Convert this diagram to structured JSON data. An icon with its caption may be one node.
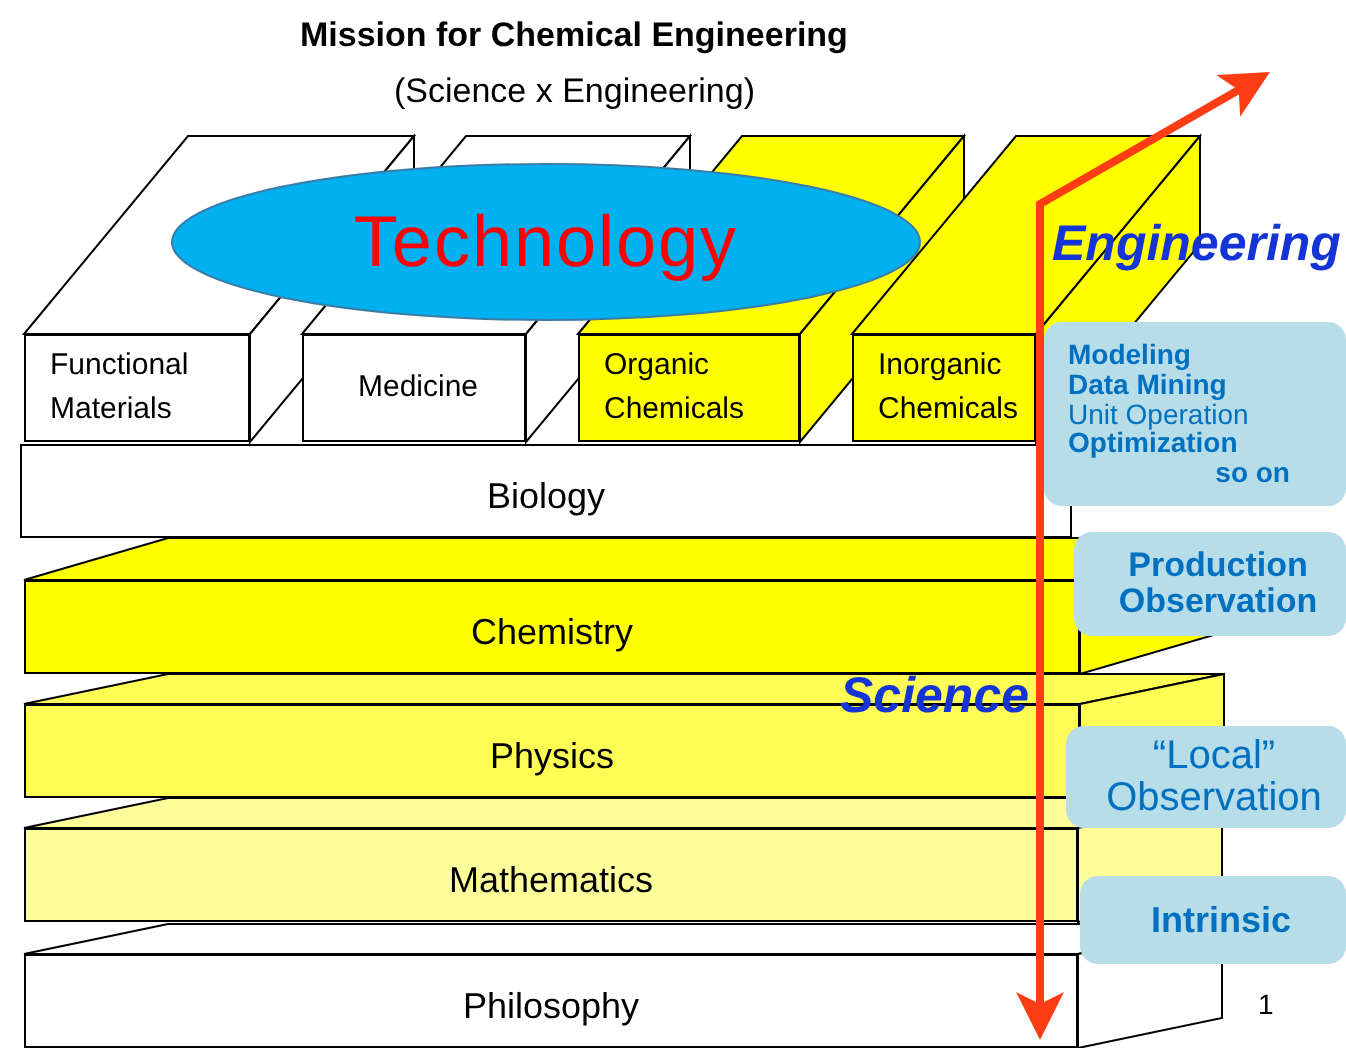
{
  "diagram": {
    "title": "Mission for Chemical Engineering",
    "nodes": [
      {
        "text": [
          "Technology"
        ]
      },
      {
        "text": [
          "Functional Materials"
        ]
      },
      {
        "text": [
          "Medicine"
        ]
      },
      {
        "text": [
          "Organic Chemicals"
        ]
      },
      {
        "text": [
          "Inorganic Chemicals"
        ]
      },
      {
        "text": [
          "Modeling",
          "Data Mining",
          "Unit Operation",
          "Optimization",
          "so on"
        ]
      },
      {
        "text": [
          "Biology"
        ]
      },
      {
        "text": [
          "Production Observation"
        ]
      },
      {
        "text": [
          "Chemistry"
        ]
      },
      {
        "text": [
          "Physics"
        ]
      },
      {
        "text": [
          "“Local” Observation"
        ]
      },
      {
        "text": [
          "Mathematics"
        ]
      },
      {
        "text": [
          "Intrinsic"
        ]
      },
      {
        "text": [
          "Philosophy"
        ]
      }
    ],
    "labels": [
      "(Science x Engineering)",
      "Engineering",
      "Science",
      "1"
    ]
  }
}
